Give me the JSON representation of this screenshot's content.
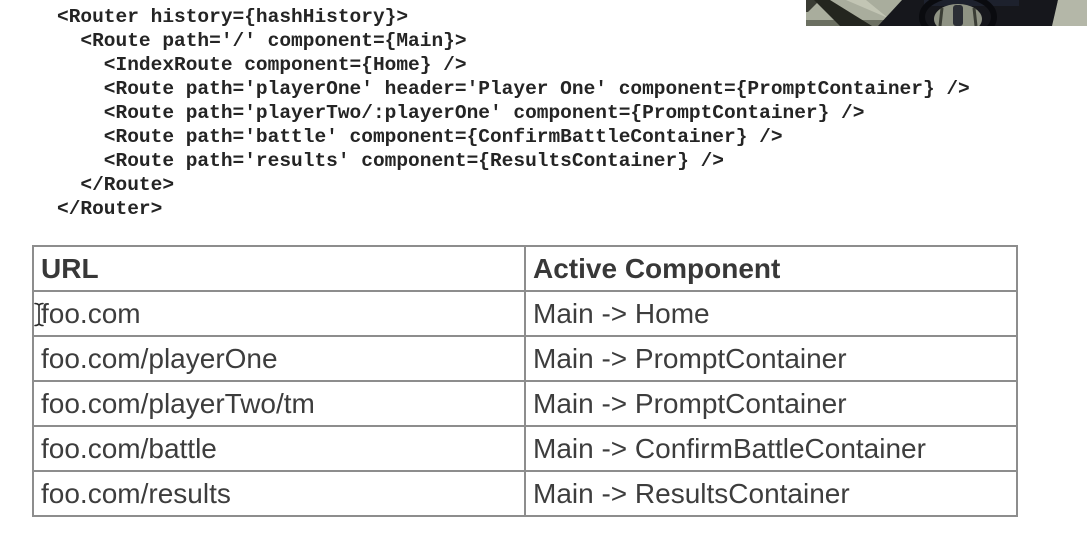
{
  "code": {
    "lines": [
      "<Router history={hashHistory}>",
      "  <Route path='/' component={Main}>",
      "    <IndexRoute component={Home} />",
      "    <Route path='playerOne' header='Player One' component={PromptContainer} />",
      "    <Route path='playerTwo/:playerOne' component={PromptContainer} />",
      "    <Route path='battle' component={ConfirmBattleContainer} />",
      "    <Route path='results' component={ResultsContainer} />",
      "  </Route>",
      "</Router>"
    ]
  },
  "table": {
    "headers": [
      "URL",
      "Active Component"
    ],
    "rows": [
      [
        "foo.com",
        "Main -> Home"
      ],
      [
        "foo.com/playerOne",
        "Main -> PromptContainer"
      ],
      [
        "foo.com/playerTwo/tm",
        "Main -> PromptContainer"
      ],
      [
        "foo.com/battle",
        "Main -> ConfirmBattleContainer"
      ],
      [
        "foo.com/results",
        "Main -> ResultsContainer"
      ]
    ]
  },
  "colors": {
    "background": "#ffffff",
    "code_text": "#242424",
    "table_text": "#3d3d3d",
    "table_border": "#8d8d8d"
  }
}
